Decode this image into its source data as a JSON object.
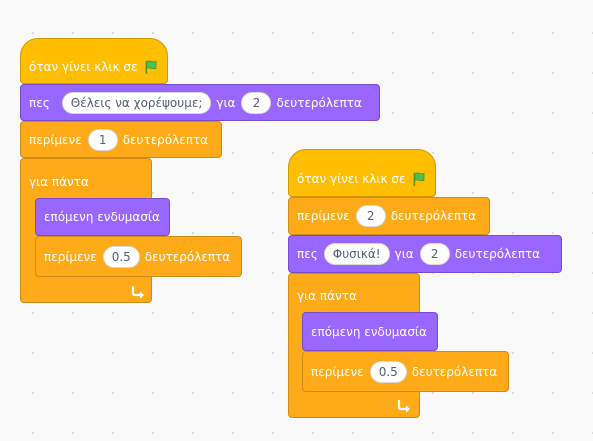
{
  "colors": {
    "events": "#ffbf00",
    "control": "#ffab19",
    "looks": "#9966ff",
    "flag": "#4cbf56"
  },
  "script1": {
    "hat": {
      "label": "όταν γίνει κλικ σε",
      "icon": "green-flag-icon"
    },
    "say": {
      "label": "πες",
      "message": "Θέλεις να χορέψουμε;",
      "mid": "για",
      "seconds": "2",
      "unit": "δευτερόλεπτα"
    },
    "wait": {
      "label": "περίμενε",
      "seconds": "1",
      "unit": "δευτερόλεπτα"
    },
    "forever": {
      "label": "για πάντα",
      "next_costume": "επόμενη ενδυμασία",
      "wait": {
        "label": "περίμενε",
        "seconds": "0.5",
        "unit": "δευτερόλεπτα"
      },
      "loop_icon": "loop-arrow-icon"
    }
  },
  "script2": {
    "hat": {
      "label": "όταν γίνει κλικ σε",
      "icon": "green-flag-icon"
    },
    "wait": {
      "label": "περίμενε",
      "seconds": "2",
      "unit": "δευτερόλεπτα"
    },
    "say": {
      "label": "πες",
      "message": "Φυσικά!",
      "mid": "για",
      "seconds": "2",
      "unit": "δευτερόλεπτα"
    },
    "forever": {
      "label": "για πάντα",
      "next_costume": "επόμενη ενδυμασία",
      "wait": {
        "label": "περίμενε",
        "seconds": "0.5",
        "unit": "δευτερόλεπτα"
      },
      "loop_icon": "loop-arrow-icon"
    }
  }
}
